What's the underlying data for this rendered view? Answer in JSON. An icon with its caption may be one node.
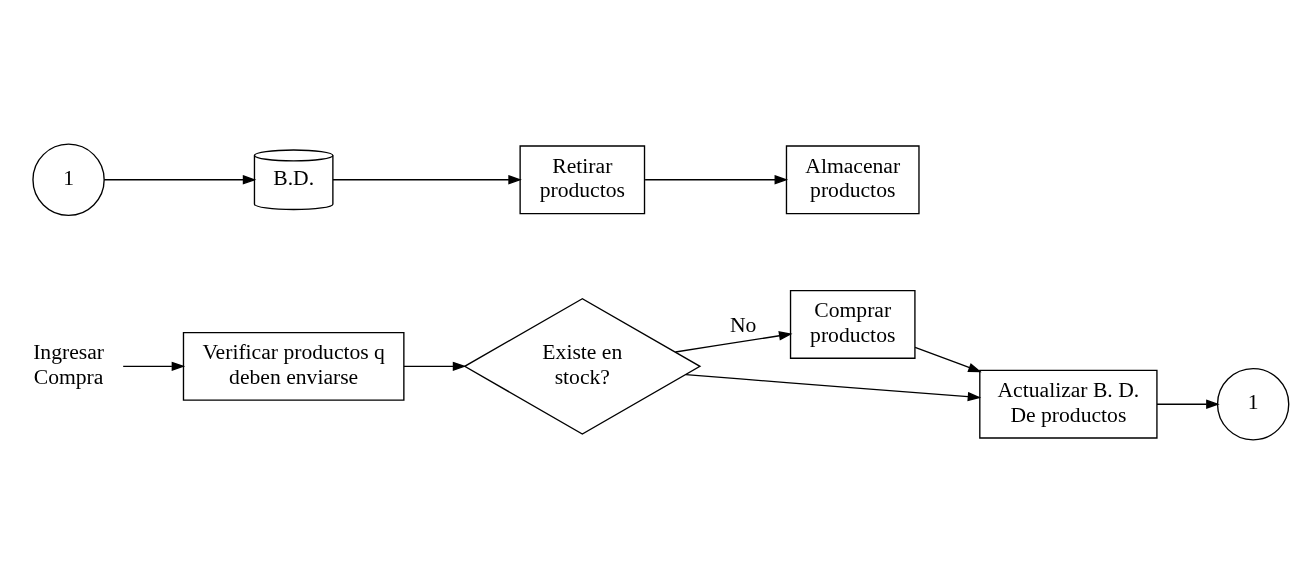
{
  "diagram": {
    "nodes": [
      {
        "text": [
          "Ingresar Compra"
        ]
      },
      {
        "text": [
          "Verificar productos q deben enviarse"
        ]
      },
      {
        "text": [
          "Existe en stock?"
        ]
      },
      {
        "text": [
          "Comprar productos"
        ]
      },
      {
        "text": [
          "Actualizar B. D. De productos"
        ]
      },
      {
        "text": [
          "1"
        ]
      },
      {
        "text": [
          "1"
        ]
      },
      {
        "text": [
          "B.D."
        ]
      },
      {
        "text": [
          "Retirar productos"
        ]
      },
      {
        "text": [
          "Almacenar productos"
        ]
      }
    ],
    "edges": [
      {
        "from": 0,
        "to": 1,
        "arrow": "to"
      },
      {
        "from": 1,
        "to": 2,
        "arrow": "to"
      },
      {
        "from": 2,
        "to": 4,
        "arrow": "to"
      },
      {
        "from": 2,
        "to": 3,
        "arrow": "to",
        "label": "No"
      },
      {
        "from": 3,
        "to": 4,
        "arrow": "to"
      },
      {
        "from": 4,
        "to": 5,
        "arrow": "to"
      },
      {
        "from": 6,
        "to": 7,
        "arrow": "to"
      },
      {
        "from": 7,
        "to": 8,
        "arrow": "to"
      },
      {
        "from": 8,
        "to": 9,
        "arrow": "to"
      }
    ]
  }
}
